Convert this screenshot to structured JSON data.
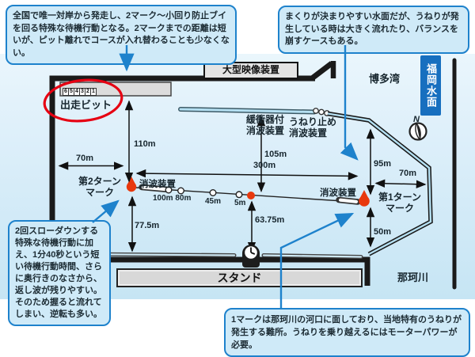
{
  "callouts": {
    "top_left": {
      "text": "全国で唯一対岸から発走し、2マーク～小回り防止ブイを回る特殊な待機行動となる。2マークまでの距離は短いが、ピット離れでコースが入れ替わることも少なくない。"
    },
    "top_right": {
      "text": "まくりが決まりやすい水面だが、うねりが発生している時は大きく流れたり、バランスを崩すケースもある。"
    },
    "bottom_left": {
      "text": "2回スローダウンする特殊な待機行動に加え、1分40秒という短い待機行動時間、さらに奥行きのなさから、返し波が残りやすい。そのため握ると流れてしまい、逆転も多い。"
    },
    "bottom_right": {
      "text": "1マークは那珂川の河口に面しており、当地特有のうねりが発生する難所。うねりを乗り越えるにはモーターパワーが必要。"
    }
  },
  "labels": {
    "big_screen": "大型映像装置",
    "start_pit": "出走ビット",
    "pit_numbers": [
      "6",
      "5",
      "4",
      "3",
      "2",
      "1"
    ],
    "hakata_bay": "博多湾",
    "water_name": "福岡水面",
    "compass_n": "N",
    "buffer_device_line1": "緩衝器付",
    "buffer_device_line2": "消波装置",
    "swell_stop_line1": "うねり止め",
    "swell_stop_line2": "消波装置",
    "wave_device_left": "消波装置",
    "wave_device_right": "消波装置",
    "turn2_line1": "第2ターン",
    "turn2_line2": "マーク",
    "turn1_line1": "第1ターン",
    "turn1_line2": "マーク",
    "stand": "スタンド",
    "naka_river": "那珂川"
  },
  "measurements": {
    "left_70m": "70m",
    "v110": "110m",
    "v105": "105m",
    "h300": "300m",
    "buoys_100_80": "100m 80m",
    "b45": "45m",
    "b5": "5m",
    "v77": "77.5m",
    "v63": "63.75m",
    "v95": "95m",
    "right_70m": "70m",
    "v50": "50m"
  },
  "colors": {
    "callout_border": "#1e82cc",
    "callout_fill": "#cfeaf8",
    "water": "#c6e5f4",
    "banner_blue": "#176fbf",
    "buoy_red": "#e8380d",
    "highlight_red": "#e60012",
    "wall_black": "#1a1a1a",
    "wave_bar_blue": "#b5e0f2"
  }
}
